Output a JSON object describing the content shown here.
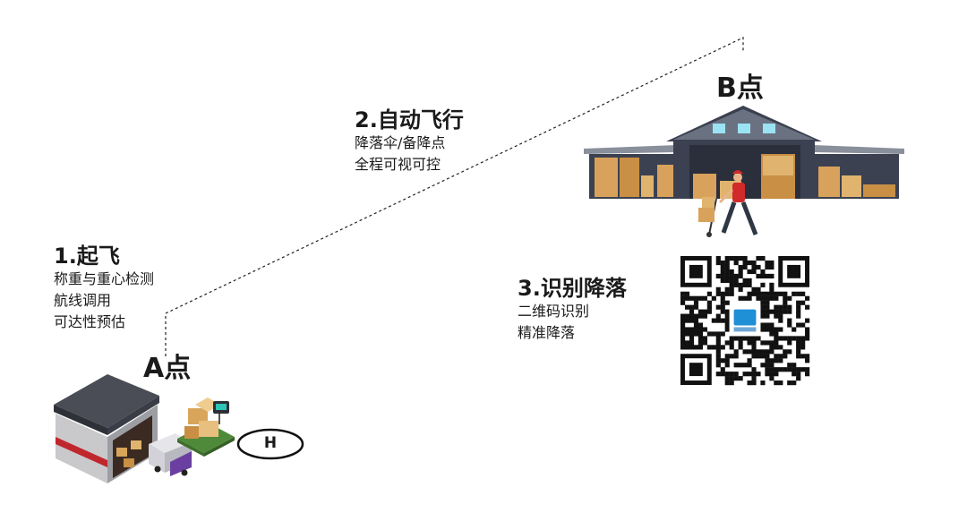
{
  "steps": [
    {
      "title": "1.起飞",
      "lines": [
        "称重与重心检测",
        "航线调用",
        "可达性预估"
      ]
    },
    {
      "title": "2.自动飞行",
      "lines": [
        "降落伞/备降点",
        "全程可视可控"
      ]
    },
    {
      "title": "3.识别降落",
      "lines": [
        "二维码识别",
        "精准降落"
      ]
    }
  ],
  "points": {
    "a": "A点",
    "b": "B点"
  },
  "helipad": "H"
}
